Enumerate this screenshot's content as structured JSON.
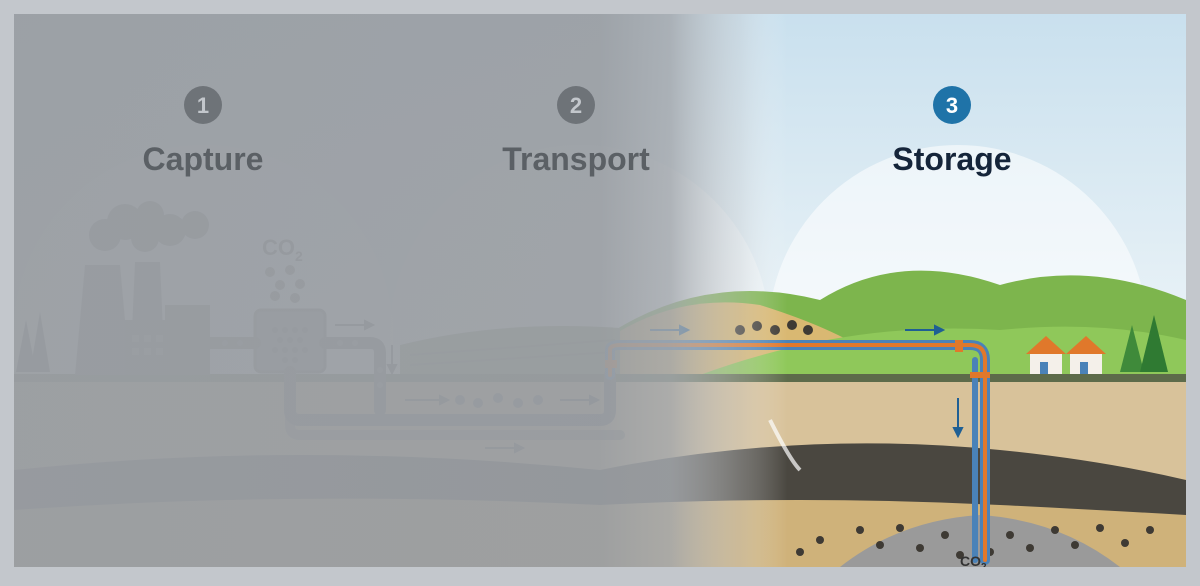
{
  "steps": [
    {
      "number": "1",
      "label": "Capture",
      "active": false
    },
    {
      "number": "2",
      "label": "Transport",
      "active": false
    },
    {
      "number": "3",
      "label": "Storage",
      "active": true
    }
  ],
  "co2_label": "CO",
  "co2_subscript": "2",
  "colors": {
    "frame": "#c3c7cc",
    "faded_panel": "#9a9ea3",
    "sky": "#dcebf4",
    "hill_green": "#78b84a",
    "active_badge": "#1f73a8",
    "inactive_badge": "#6e7378",
    "pipe_orange": "#e0782b",
    "pipe_blue": "#4a82b8"
  }
}
